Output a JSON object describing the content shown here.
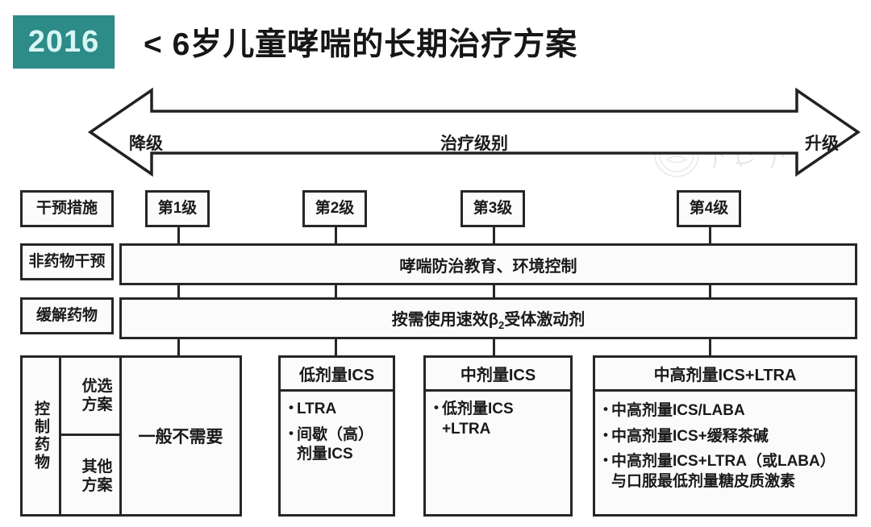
{
  "header": {
    "year_badge": "2016",
    "title": "< 6岁儿童哮喘的长期治疗方案",
    "badge_color": "#2d8b88",
    "badge_text_color": "#d8f6f4"
  },
  "arrow": {
    "left_label": "降级",
    "center_label": "治疗级别",
    "right_label": "升级"
  },
  "rows": {
    "intervention_label": "干预措施",
    "nonpharm_label": "非药物干预",
    "nonpharm_content": "哮喘防治教育、环境控制",
    "reliever_label": "缓解药物",
    "reliever_content_pre": "按需使用速效β",
    "reliever_content_sub": "2",
    "reliever_content_post": "受体激动剂",
    "controller_label": "控制药物",
    "controller_preferred": "优选\n方案",
    "controller_other": "其他\n方案"
  },
  "steps": [
    {
      "name": "第1级"
    },
    {
      "name": "第2级"
    },
    {
      "name": "第3级"
    },
    {
      "name": "第4级"
    }
  ],
  "step_content": [
    {
      "kind": "plain",
      "text": "一般不需要"
    },
    {
      "kind": "card",
      "head": "低剂量ICS",
      "items": [
        "LTRA",
        "间歇（高）\n剂量ICS"
      ]
    },
    {
      "kind": "card",
      "head": "中剂量ICS",
      "items": [
        "低剂量ICS\n+LTRA"
      ]
    },
    {
      "kind": "card",
      "head": "中高剂量ICS+LTRA",
      "items": [
        "中高剂量ICS/LABA",
        "中高剂量ICS+缓释茶碱",
        "中高剂量ICS+LTRA（或LABA）\n与口服最低剂量糖皮质激素"
      ]
    }
  ]
}
